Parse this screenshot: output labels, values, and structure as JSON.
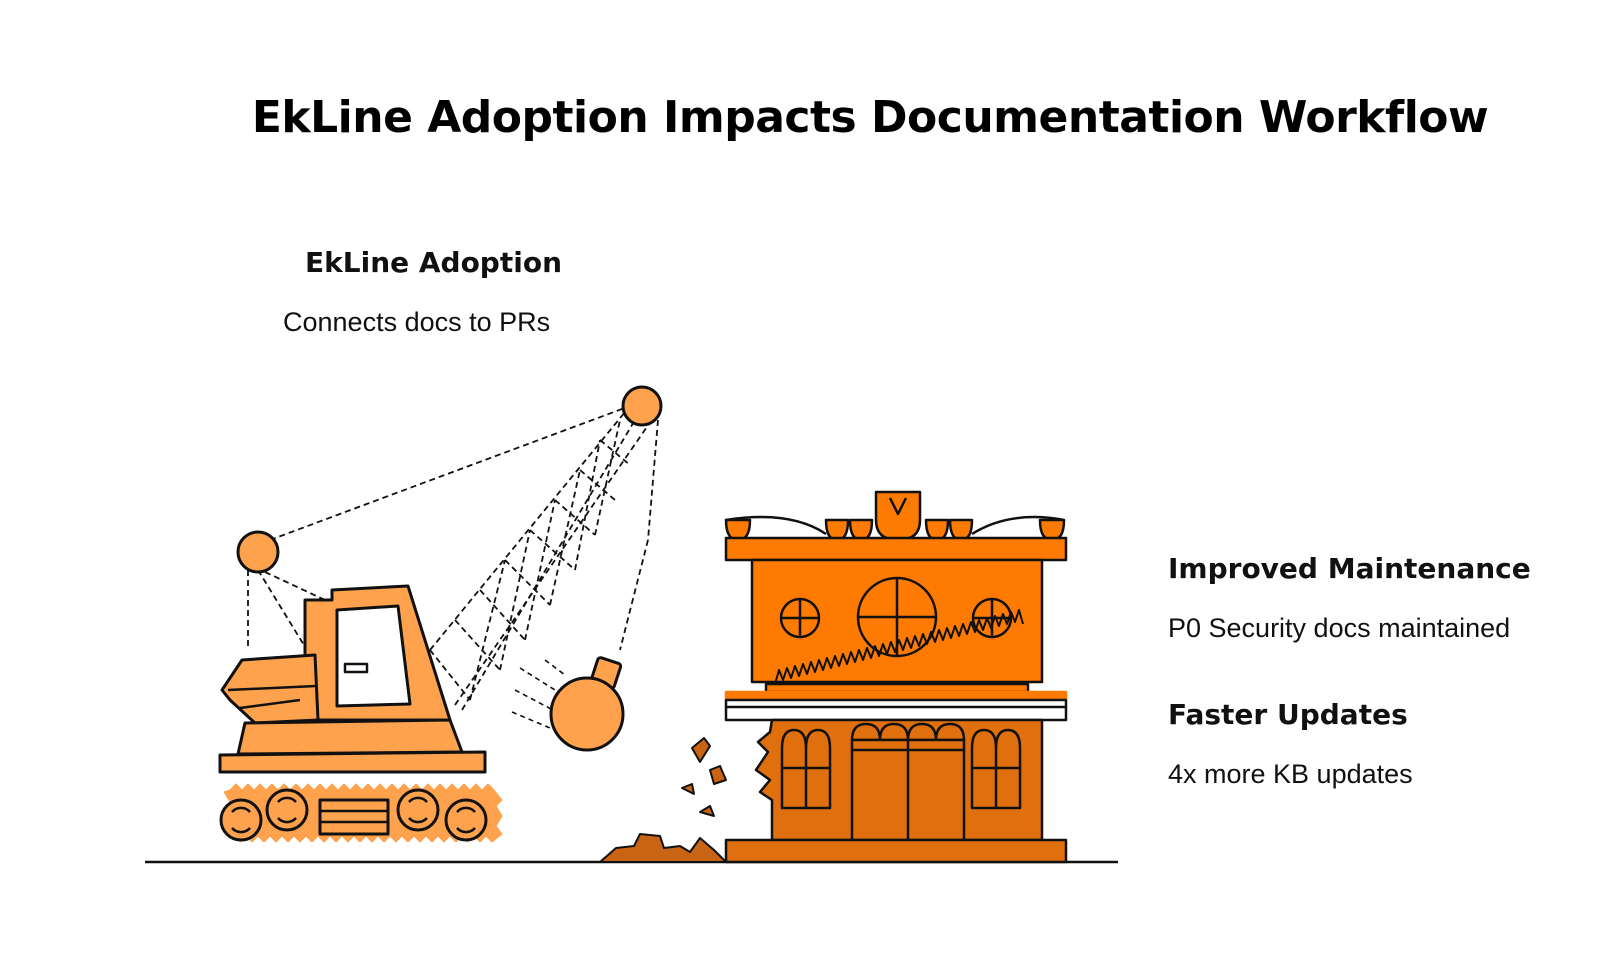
{
  "title": "EkLine Adoption Impacts Documentation Workflow",
  "blocks": {
    "adoption": {
      "heading": "EkLine Adoption",
      "description": "Connects docs to PRs"
    },
    "maintenance": {
      "heading": "Improved Maintenance",
      "description": "P0 Security docs maintained"
    },
    "updates": {
      "heading": "Faster Updates",
      "description": "4x more KB updates"
    }
  },
  "colors": {
    "crane_fill": "#FFA24E",
    "building_fill": "#FF7A00",
    "building_lower_fill": "#E0700D",
    "debris_fill": "#C86414",
    "outline": "#111111"
  },
  "icons": [
    "wrecking-crane-icon",
    "wrecking-ball-icon",
    "building-icon",
    "debris-icon"
  ]
}
